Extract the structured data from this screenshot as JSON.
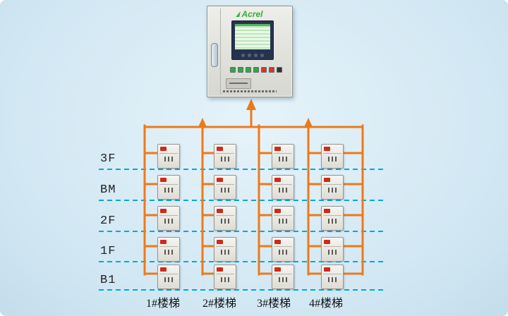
{
  "colors": {
    "line": "#ec7a1a",
    "dash": "#00a7dc",
    "brand_green": "#3fa83c",
    "alarm_red": "#cf2a1b",
    "bg_top": "#e6f3fa",
    "bg_bottom": "#cfe6f2"
  },
  "cabinet": {
    "brand": "Acrel",
    "indicator_colors": [
      "#2fa84a",
      "#2fa84a",
      "#2fa84a",
      "#2fa84a",
      "#d03a2c",
      "#d03a2c",
      "#333333"
    ]
  },
  "floors": [
    "3F",
    "BM",
    "2F",
    "1F",
    "B1"
  ],
  "stairs": [
    "1#楼梯",
    "2#楼梯",
    "3#楼梯",
    "4#楼梯"
  ],
  "grid": {
    "rows": 5,
    "columns": 4
  }
}
